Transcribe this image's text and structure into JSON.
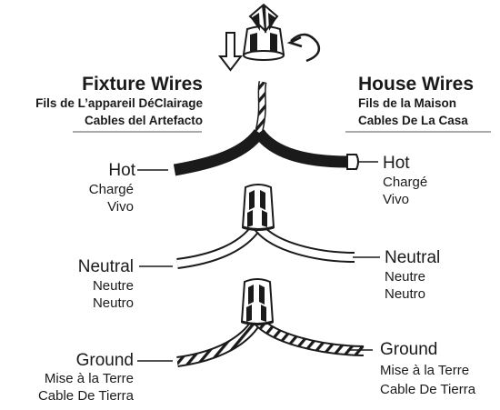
{
  "left_header": {
    "title": "Fixture Wires",
    "subtitle_fr": "Fils de L’appareil DéClairage",
    "subtitle_es": "Cables del Artefacto"
  },
  "right_header": {
    "title": "House Wires",
    "subtitle_fr": "Fils de la Maison",
    "subtitle_es": "Cables De La Casa"
  },
  "hot": {
    "en": "Hot",
    "fr": "Chargé",
    "es": "Vivo"
  },
  "neutral": {
    "en": "Neutral",
    "fr": "Neutre",
    "es": "Neutro"
  },
  "ground": {
    "en": "Ground",
    "fr": "Mise à la Terre",
    "es": "Cable De Tierra"
  },
  "icons": [
    "down-arrow-icon",
    "twist-arrow-icon",
    "wire-nut-icon"
  ]
}
